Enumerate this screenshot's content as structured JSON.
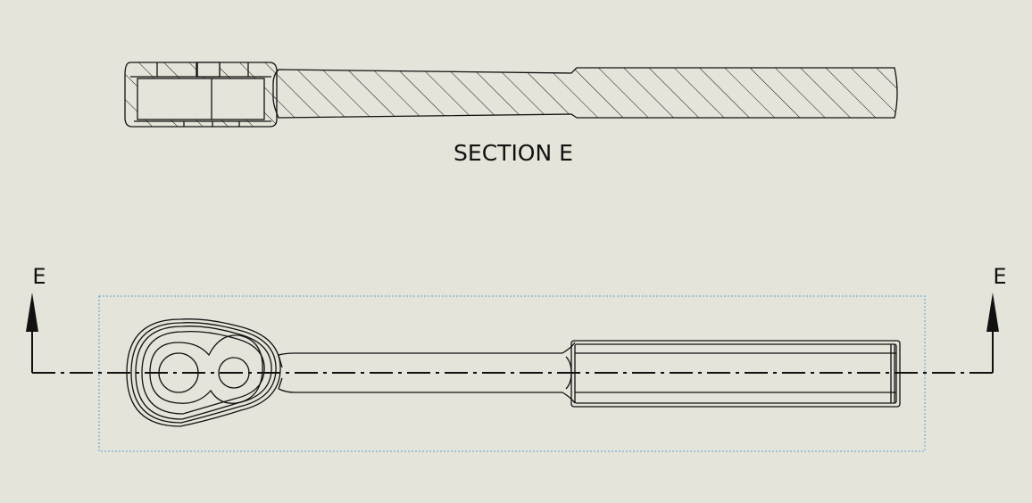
{
  "section_label": "SECTION E",
  "arrow_left_label": "E",
  "arrow_right_label": "E",
  "colors": {
    "background": "#e5e4da",
    "line": "#111111",
    "selection_box": "#5aa0d6"
  }
}
